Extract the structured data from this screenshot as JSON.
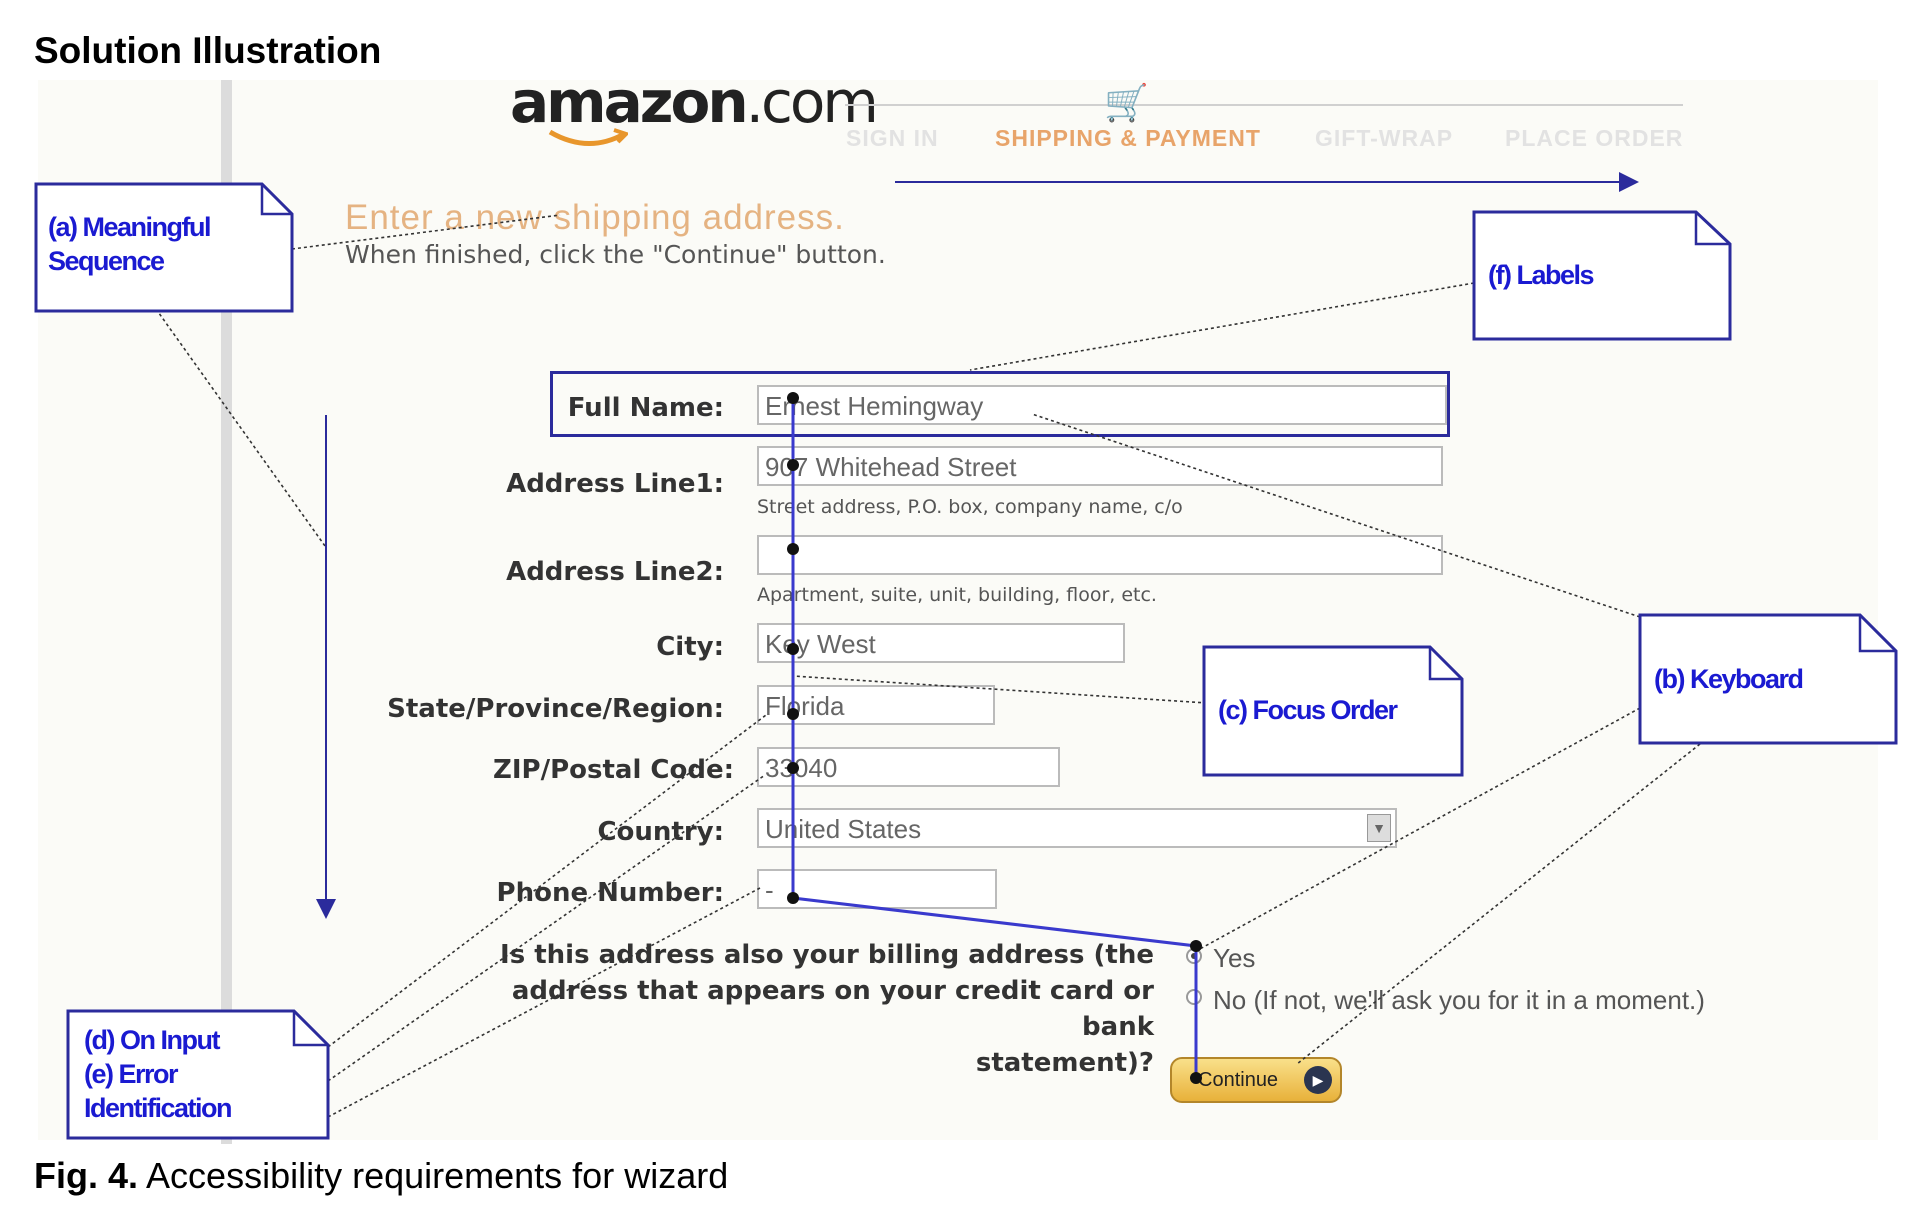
{
  "heading": "Solution Illustration",
  "caption": {
    "label": "Fig. 4.",
    "text": "Accessibility requirements for wizard"
  },
  "logo": {
    "name": "amazon",
    "suffix": ".com"
  },
  "icons": {
    "cart": "shopping-cart-icon",
    "continue_arrow": "arrow-circle-icon",
    "select_arrow": "chevron-down-icon",
    "logo_smile": "amazon-smile-icon"
  },
  "steps": [
    "SIGN IN",
    "SHIPPING & PAYMENT",
    "GIFT-WRAP",
    "PLACE ORDER"
  ],
  "active_step": "SHIPPING & PAYMENT",
  "form": {
    "title": "Enter a new shipping address.",
    "subtitle": "When finished, click the \"Continue\" button.",
    "full_name": {
      "label": "Full Name:",
      "value": "Ernest Hemingway"
    },
    "address1": {
      "label": "Address Line1:",
      "value": "907 Whitehead Street",
      "hint": "Street address, P.O. box, company name, c/o"
    },
    "address2": {
      "label": "Address Line2:",
      "value": "",
      "hint": "Apartment, suite, unit, building, floor, etc."
    },
    "city": {
      "label": "City:",
      "value": "Key West"
    },
    "state": {
      "label": "State/Province/Region:",
      "value": "Florida"
    },
    "zip": {
      "label": "ZIP/Postal Code:",
      "value": "33040"
    },
    "country": {
      "label": "Country:",
      "value": "United States"
    },
    "phone": {
      "label": "Phone Number:",
      "value": "-"
    },
    "billing_question": [
      "Is this address also your billing address (the",
      "address that appears on your credit card or bank",
      "statement)?"
    ],
    "billing_yes": "Yes",
    "billing_no": "No  (If not, we'll ask you for it in a moment.)",
    "continue": "Continue"
  },
  "notes": {
    "a": [
      "(a) Meaningful",
      "Sequence"
    ],
    "b": "(b) Keyboard",
    "c": "(c) Focus Order",
    "d": "(d) On Input",
    "e": [
      "(e) Error",
      "Identification"
    ],
    "f": "(f) Labels"
  },
  "colors": {
    "annotation": "#2b2b9c",
    "annotation_text": "#1a1ad1",
    "active_step": "#e8a46a",
    "title": "#e5b382"
  }
}
